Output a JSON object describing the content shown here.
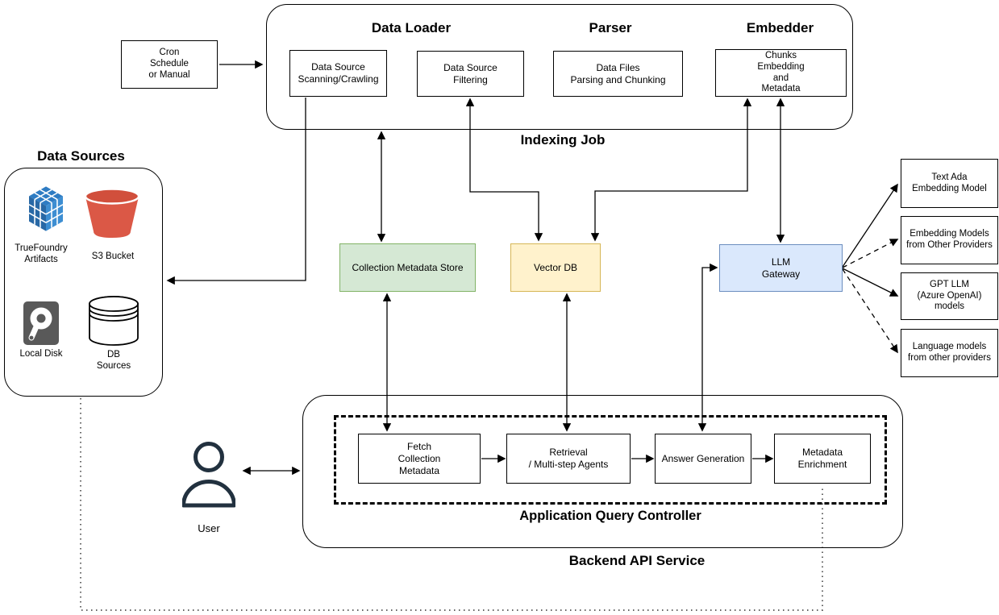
{
  "cron": {
    "label": "Cron\nSchedule\nor Manual"
  },
  "indexing_job": {
    "label": "Indexing Job",
    "sections": [
      {
        "label": "Data Loader"
      },
      {
        "label": "Parser"
      },
      {
        "label": "Embedder"
      }
    ],
    "nodes": [
      {
        "label": "Data Source\nScanning/Crawling"
      },
      {
        "label": "Data Source\nFiltering"
      },
      {
        "label": "Data Files\nParsing and Chunking"
      },
      {
        "label": "Chunks\nEmbedding\nand\nMetadata"
      }
    ]
  },
  "data_sources": {
    "label": "Data Sources",
    "items": [
      {
        "label": "TrueFoundry\nArtifacts",
        "icon": "truefoundry-artifacts-icon"
      },
      {
        "label": "S3 Bucket",
        "icon": "s3-bucket-icon"
      },
      {
        "label": "Local Disk",
        "icon": "local-disk-icon"
      },
      {
        "label": "DB\nSources",
        "icon": "database-icon"
      }
    ]
  },
  "stores": {
    "metadata_store": {
      "label": "Collection Metadata Store",
      "fill": "#d5e8d4",
      "stroke": "#82b366"
    },
    "vector_db": {
      "label": "Vector DB",
      "fill": "#fff2cc",
      "stroke": "#d6b656"
    },
    "llm_gateway": {
      "label": "LLM\nGateway",
      "fill": "#dae8fc",
      "stroke": "#6c8ebf"
    }
  },
  "models": [
    {
      "label": "Text Ada\nEmbedding Model",
      "link": "solid"
    },
    {
      "label": "Embedding Models\nfrom Other Providers",
      "link": "dashed"
    },
    {
      "label": "GPT LLM\n(Azure OpenAI)\nmodels",
      "link": "solid"
    },
    {
      "label": "Language models\nfrom other providers",
      "link": "dashed"
    }
  ],
  "backend": {
    "label": "Backend API Service",
    "controller": {
      "label": "Application Query Controller",
      "steps": [
        {
          "label": "Fetch\nCollection\nMetadata"
        },
        {
          "label": "Retrieval\n/ Multi-step Agents"
        },
        {
          "label": "Answer Generation"
        },
        {
          "label": "Metadata\nEnrichment"
        }
      ]
    }
  },
  "user": {
    "label": "User"
  },
  "icon_colors": {
    "truefoundry_blue": "#2e7cc3",
    "s3_red": "#db5846",
    "disk_gray": "#595959",
    "user_navy": "#22313f",
    "line_black": "#000000",
    "dotted_gray": "#4d4d4d"
  }
}
